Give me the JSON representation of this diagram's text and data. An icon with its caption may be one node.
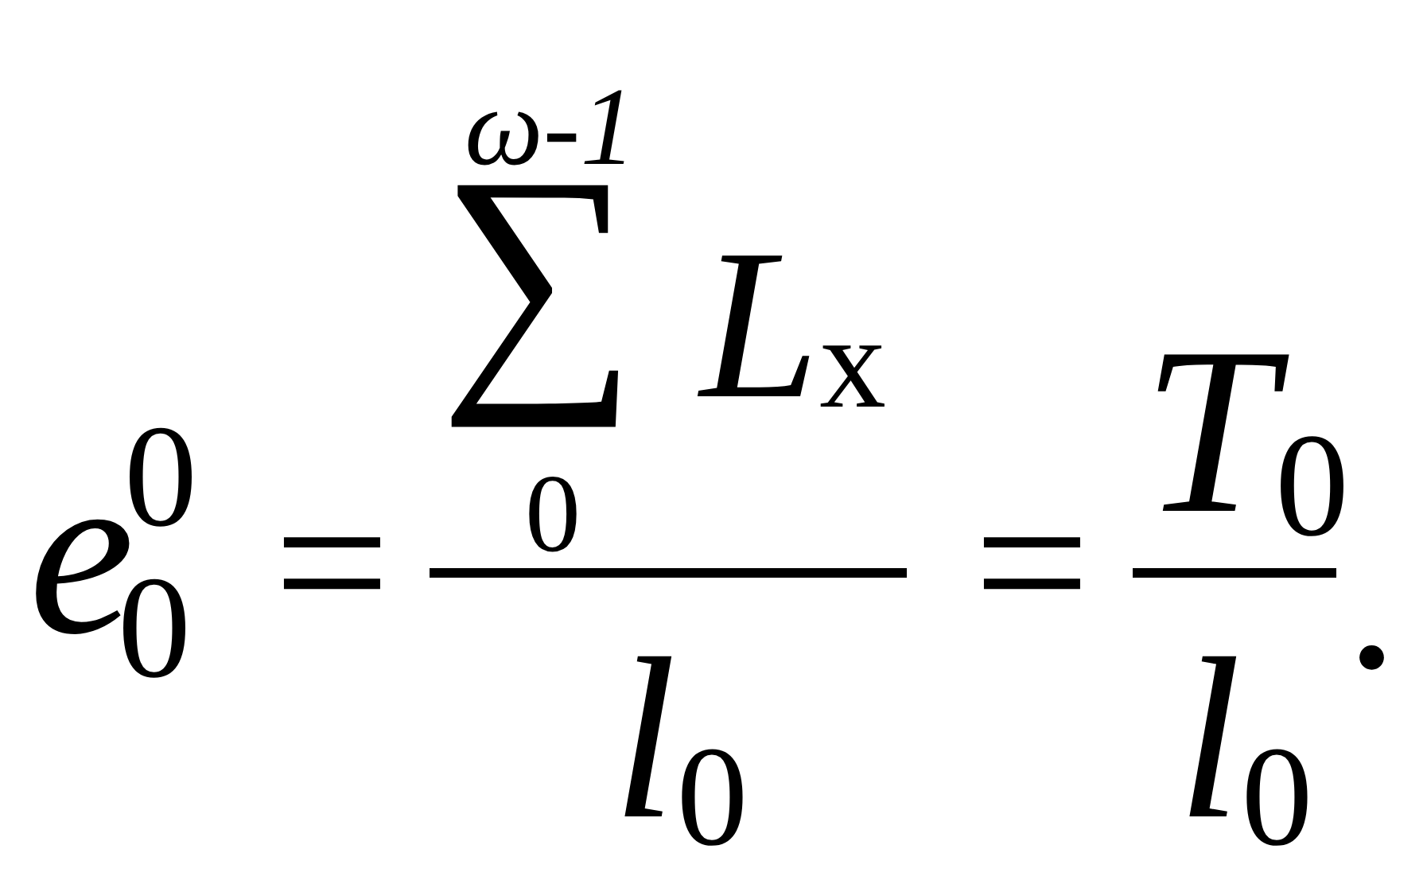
{
  "diagram": {
    "labels": [
      "ω-1",
      "∑",
      "L$_{x}$",
      "e",
      "0",
      "0",
      "=",
      "0",
      "=",
      "T$_{0}$",
      "l$_{0}$",
      "l$_{0}$",
      "."
    ]
  }
}
